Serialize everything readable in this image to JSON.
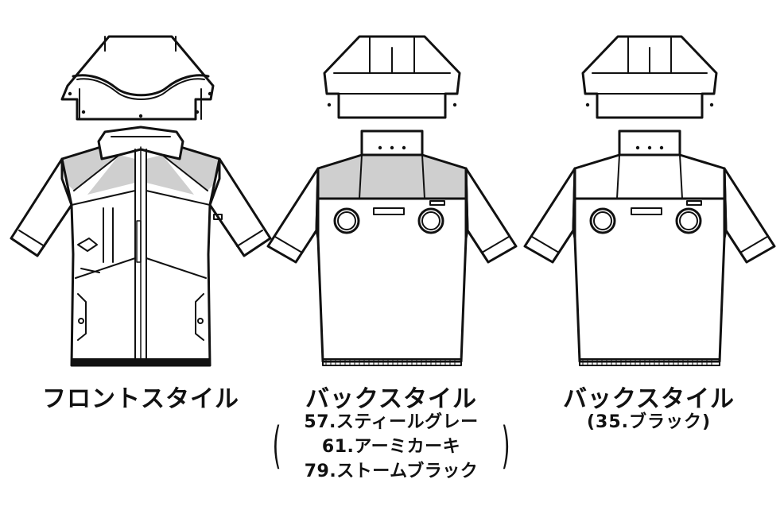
{
  "colors": {
    "line": "#111111",
    "panel_gray": "#cfcfcf",
    "background": "#ffffff"
  },
  "views": [
    {
      "id": "front",
      "title": "フロントスタイル"
    },
    {
      "id": "back-color",
      "title": "バックスタイル",
      "colors": [
        "57.スティールグレー",
        "61.アーミカーキ",
        "79.ストームブラック"
      ]
    },
    {
      "id": "back-black",
      "title": "バックスタイル",
      "note": "(35.ブラック)"
    }
  ]
}
